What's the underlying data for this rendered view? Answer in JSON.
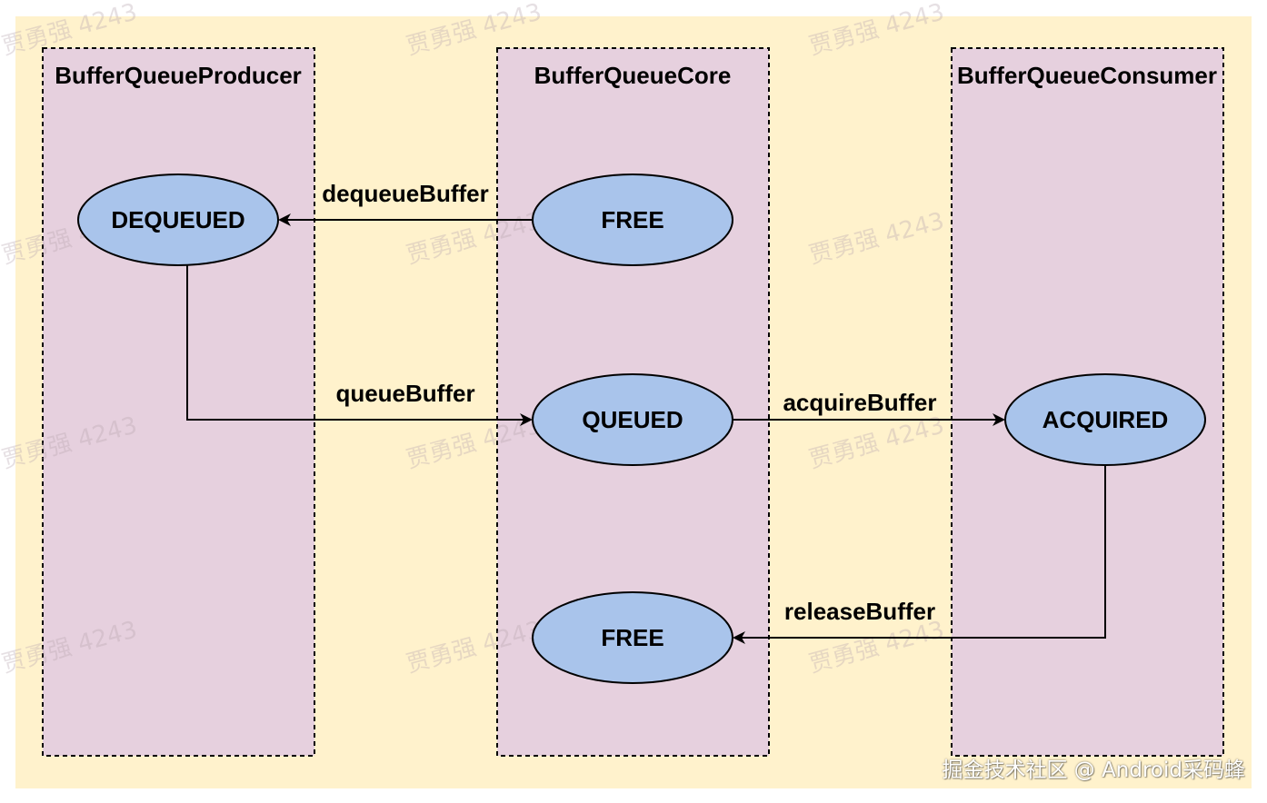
{
  "colors": {
    "background": "#fff2cc",
    "lane_fill": "#e6d0de",
    "node_fill": "#a9c4eb",
    "stroke": "#000000"
  },
  "lanes": {
    "producer": {
      "title": "BufferQueueProducer"
    },
    "core": {
      "title": "BufferQueueCore"
    },
    "consumer": {
      "title": "BufferQueueConsumer"
    }
  },
  "nodes": {
    "dequeued": {
      "label": "DEQUEUED"
    },
    "free_top": {
      "label": "FREE"
    },
    "queued": {
      "label": "QUEUED"
    },
    "acquired": {
      "label": "ACQUIRED"
    },
    "free_bottom": {
      "label": "FREE"
    }
  },
  "edges": {
    "dequeue": {
      "label": "dequeueBuffer"
    },
    "queue": {
      "label": "queueBuffer"
    },
    "acquire": {
      "label": "acquireBuffer"
    },
    "release": {
      "label": "releaseBuffer"
    }
  },
  "watermark": {
    "text": "贾勇强 4243"
  },
  "footer": {
    "credit": "掘金技术社区 @ Android采码蜂"
  }
}
